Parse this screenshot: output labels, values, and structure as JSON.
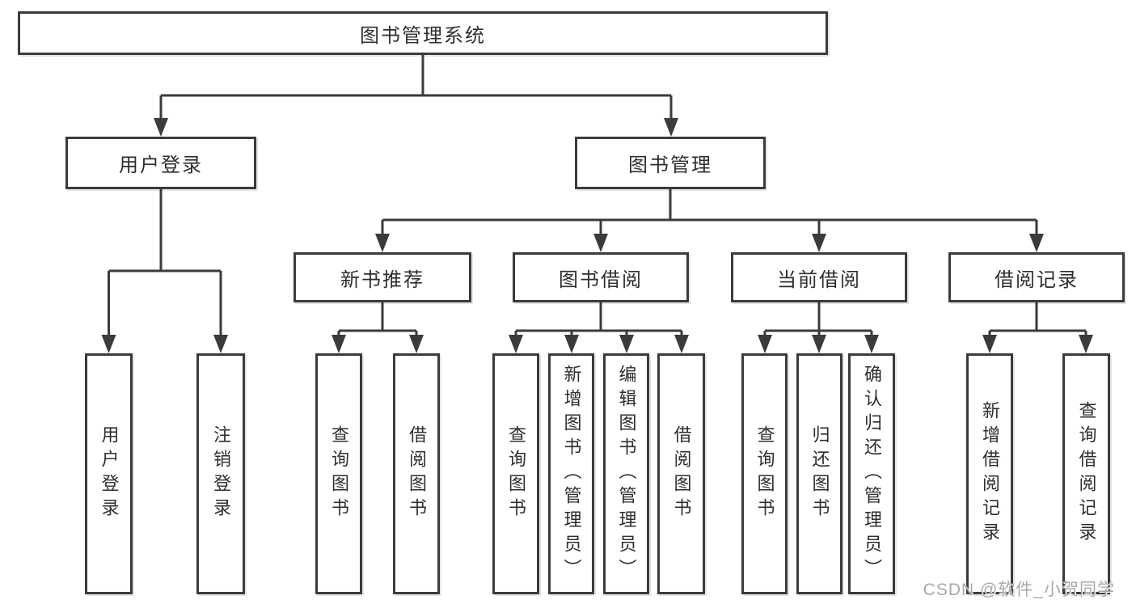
{
  "diagram": {
    "root": {
      "label": "图书管理系统"
    },
    "level2": [
      {
        "id": "user-login",
        "label": "用户登录"
      },
      {
        "id": "book-management",
        "label": "图书管理"
      }
    ],
    "level3": [
      {
        "id": "new-book-recommend",
        "label": "新书推荐",
        "parent": "图书管理"
      },
      {
        "id": "book-borrowing",
        "label": "图书借阅",
        "parent": "图书管理"
      },
      {
        "id": "current-borrowing",
        "label": "当前借阅",
        "parent": "图书管理"
      },
      {
        "id": "borrowing-records",
        "label": "借阅记录",
        "parent": "图书管理"
      }
    ],
    "leaves": [
      {
        "label": "用户登录",
        "parent": "用户登录"
      },
      {
        "label": "注销登录",
        "parent": "用户登录"
      },
      {
        "label": "查询图书",
        "parent": "新书推荐"
      },
      {
        "label": "借阅图书",
        "parent": "新书推荐"
      },
      {
        "label": "查询图书",
        "parent": "图书借阅"
      },
      {
        "label": "新增图书（管理员）",
        "parent": "图书借阅"
      },
      {
        "label": "编辑图书（管理员）",
        "parent": "图书借阅"
      },
      {
        "label": "借阅图书",
        "parent": "图书借阅"
      },
      {
        "label": "查询图书",
        "parent": "当前借阅"
      },
      {
        "label": "归还图书",
        "parent": "当前借阅"
      },
      {
        "label": "确认归还（管理员）",
        "parent": "当前借阅"
      },
      {
        "label": "新增借阅记录",
        "parent": "借阅记录"
      },
      {
        "label": "查询借阅记录",
        "parent": "借阅记录"
      }
    ]
  },
  "watermark": {
    "text": "CSDN @软件_小贺同学"
  },
  "colors": {
    "line": "#3b3b3b",
    "box_border": "#3b3b3b",
    "text": "#2e2e2e",
    "watermark": "#a8a8a8",
    "background": "#ffffff"
  }
}
